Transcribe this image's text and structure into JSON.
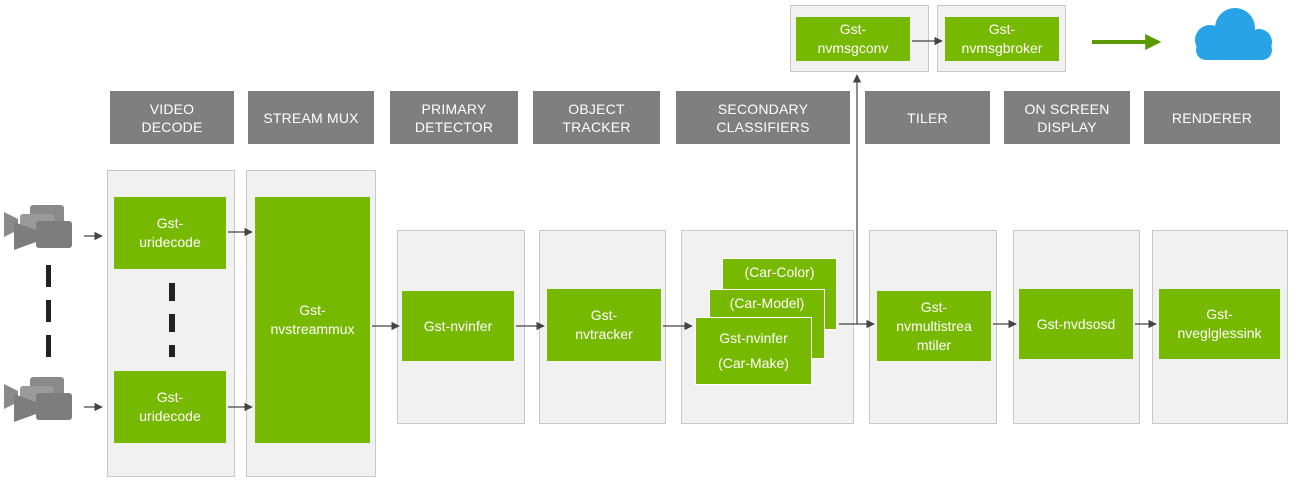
{
  "colors": {
    "accent": "#76b900",
    "header_bg": "#7f7f7f",
    "panel_bg": "#f1f1f1",
    "cloud": "#29a3e8",
    "arrow": "#444444",
    "camera": "#8a8a8a"
  },
  "stages": [
    {
      "line1": "VIDEO",
      "line2": "DECODE"
    },
    {
      "line1": "STREAM MUX",
      "line2": ""
    },
    {
      "line1": "PRIMARY",
      "line2": "DETECTOR"
    },
    {
      "line1": "OBJECT",
      "line2": "TRACKER"
    },
    {
      "line1": "SECONDARY",
      "line2": "CLASSIFIERS"
    },
    {
      "line1": "TILER",
      "line2": ""
    },
    {
      "line1": "ON SCREEN",
      "line2": "DISPLAY"
    },
    {
      "line1": "RENDERER",
      "line2": ""
    }
  ],
  "elements": {
    "uridecode_top": {
      "line1": "Gst-",
      "line2": "uridecode"
    },
    "uridecode_bottom": {
      "line1": "Gst-",
      "line2": "uridecode"
    },
    "streammux": {
      "line1": "Gst-",
      "line2": "nvstreammux"
    },
    "nvinfer": {
      "line1": "Gst-nvinfer",
      "line2": ""
    },
    "nvtracker": {
      "line1": "Gst-",
      "line2": "nvtracker"
    },
    "car_color": {
      "line1": "(Car-Color)"
    },
    "car_model": {
      "line1": "(Car-Model)"
    },
    "car_make": {
      "line1": "Gst-nvinfer",
      "line2": "(Car-Make)"
    },
    "multistreamtiler": {
      "line1": "Gst-",
      "line2": "nvmultistrea",
      "line3": "mtiler"
    },
    "nvdsosd": {
      "line1": "Gst-nvdsosd"
    },
    "nveglglessink": {
      "line1": "Gst-",
      "line2": "nveglglessink"
    },
    "msgconv": {
      "line1": "Gst-",
      "line2": "nvmsgconv"
    },
    "msgbroker": {
      "line1": "Gst-",
      "line2": "nvmsgbroker"
    }
  },
  "icons": [
    "camera-icon",
    "camera-icon",
    "cloud-icon"
  ]
}
